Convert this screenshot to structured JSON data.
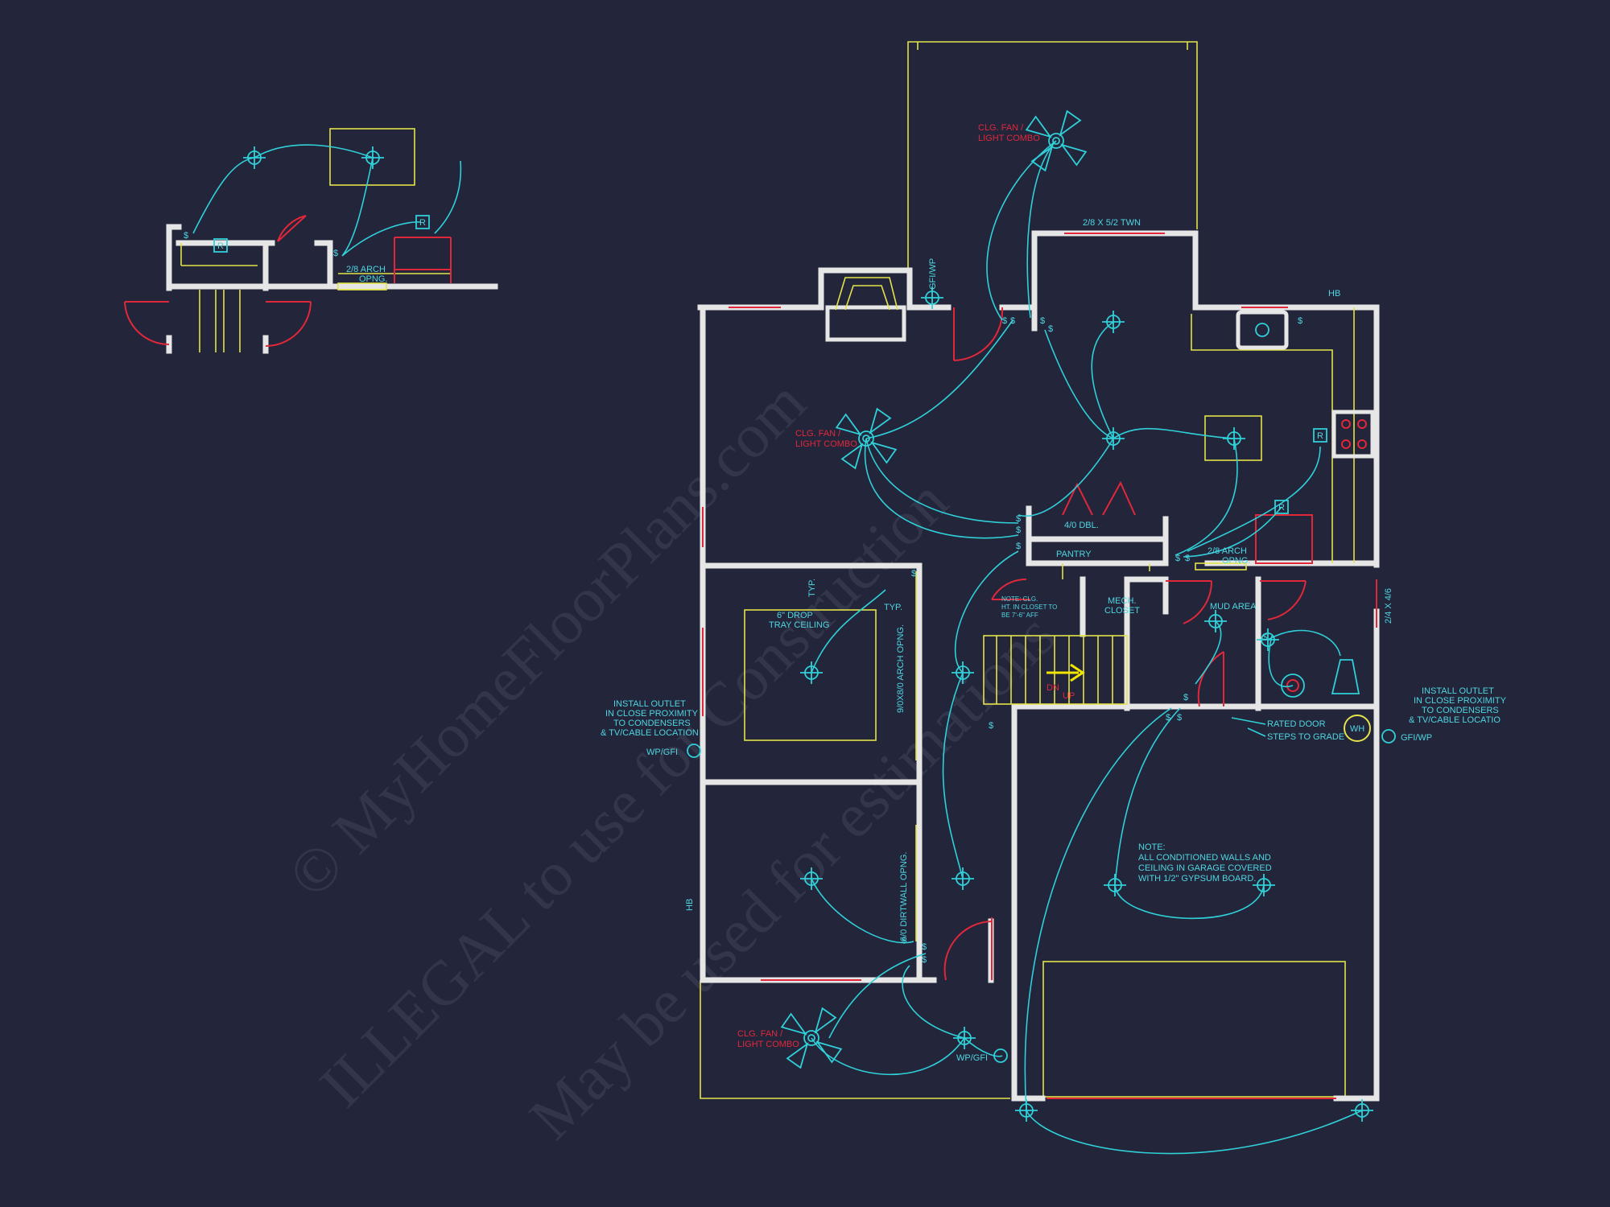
{
  "watermark": {
    "line1": "© MyHomeFloorPlans.com",
    "line2": "ILLEGAL to use for Construction",
    "line3": "May be used for estimations"
  },
  "labels": {
    "clg_fan_top_1": "CLG. FAN /",
    "clg_fan_top_2": "LIGHT COMBO",
    "clg_fan_mid_1": "CLG. FAN /",
    "clg_fan_mid_2": "LIGHT COMBO",
    "clg_fan_bot_1": "CLG. FAN /",
    "clg_fan_bot_2": "LIGHT COMBO",
    "window_kitchen": "2/8 X 5/2 TWN",
    "gfi_wp_top": "GFI/WP",
    "hb_top": "HB",
    "dbl_door": "4/0 DBL.",
    "pantry": "PANTRY",
    "arch_kitchen_1": "2/8 ARCH",
    "arch_kitchen_2": "OPNG.",
    "window_mud": "2/4 X 4/6",
    "tray_1": "6\" DROP",
    "tray_2": "TRAY CEILING",
    "typ_1": "TYP.",
    "typ_2": "TYP.",
    "arch_bed": "9/0X8/0 ARCH OPNG.",
    "note_closet_1": "NOTE: CLG.",
    "note_closet_2": "HT. IN CLOSET TO",
    "note_closet_3": "BE 7'-6\" AFF",
    "mech_1": "MECH.",
    "mech_2": "CLOSET",
    "mud_area": "MUD AREA",
    "outlet_left_1": "INSTALL OUTLET",
    "outlet_left_2": "IN CLOSE PROXIMITY",
    "outlet_left_3": "TO CONDENSERS",
    "outlet_left_4": "& TV/CABLE LOCATION",
    "wp_gfi_left": "WP/GFI",
    "outlet_right_1": "INSTALL OUTLET",
    "outlet_right_2": "IN CLOSE PROXIMITY",
    "outlet_right_3": "TO CONDENSERS",
    "outlet_right_4": "& TV/CABLE LOCATIO",
    "gfi_wp_right": "GFI/WP",
    "rated_door": "RATED DOOR",
    "steps_grade": "STEPS TO GRADE",
    "wh": "WH",
    "garage_note_1": "NOTE:",
    "garage_note_2": "ALL CONDITIONED WALLS AND",
    "garage_note_3": "CEILING IN GARAGE COVERED",
    "garage_note_4": "WITH 1/2\" GYPSUM BOARD.",
    "dirtwall": "6/0 DIRTWALL OPNG.",
    "hb_left": "HB",
    "wp_gfi_bottom": "WP/GFI",
    "stair_dn_1": "DN",
    "stair_dn_2": "UP",
    "arch_small_1": "2/8 ARCH",
    "arch_small_2": "OPNG."
  },
  "symbols": {
    "switch": "$",
    "receptacle": "R"
  },
  "colors": {
    "background": "#23253b",
    "wall": "#e6e6e6",
    "yellow": "#e3e34a",
    "red": "#e0283a",
    "cyan": "#30d0d8"
  }
}
